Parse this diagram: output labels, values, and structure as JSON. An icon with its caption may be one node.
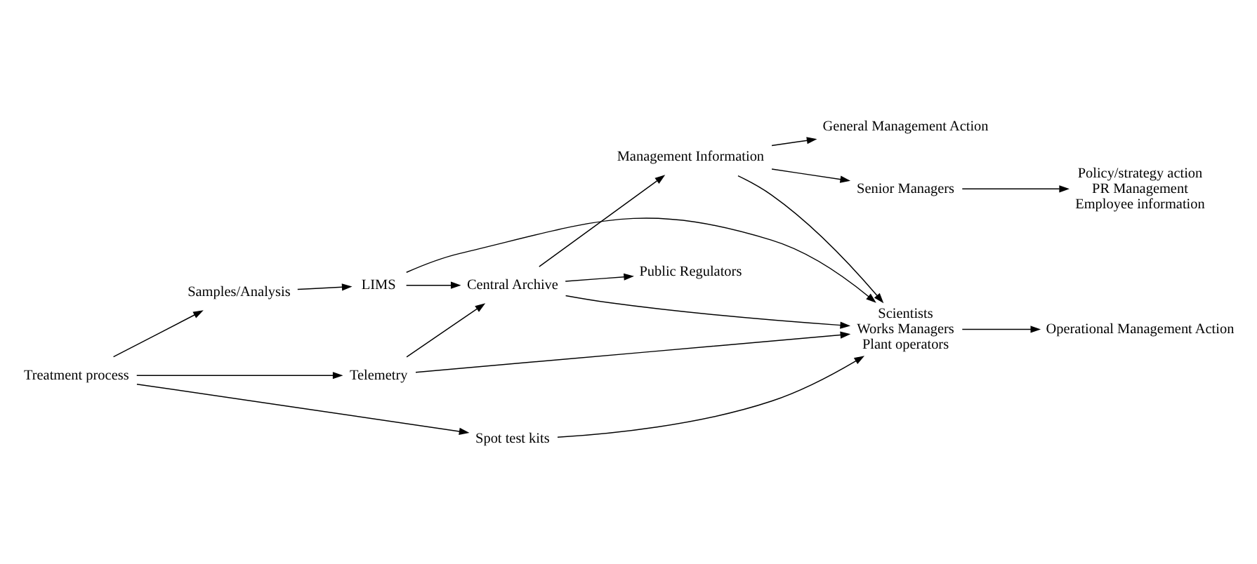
{
  "diagram": {
    "nodes": [
      {
        "text": [
          "Public Regulators"
        ]
      },
      {
        "text": [
          "Senior Managers"
        ]
      },
      {
        "text": [
          "Policy/strategy action",
          "PR Management",
          "Employee information"
        ]
      },
      {
        "text": [
          "Central Archive"
        ]
      },
      {
        "text": [
          "Management Information"
        ]
      },
      {
        "text": [
          "General Management Action"
        ]
      },
      {
        "text": [
          "LIMS"
        ]
      },
      {
        "text": [
          "Scientists",
          "Works Managers",
          "Plant operators"
        ]
      },
      {
        "text": [
          "Samples/Analysis"
        ]
      },
      {
        "text": [
          "Telemetry"
        ]
      },
      {
        "text": [
          "Operational Management Action"
        ]
      },
      {
        "text": [
          "Treatment process"
        ]
      },
      {
        "text": [
          "Spot test kits"
        ]
      }
    ],
    "edges": [
      {
        "from": 3,
        "to": 0,
        "arrow": "to"
      },
      {
        "from": 4,
        "to": 1,
        "arrow": "to"
      },
      {
        "from": 1,
        "to": 2,
        "arrow": "to"
      },
      {
        "from": 6,
        "to": 3,
        "arrow": "to"
      },
      {
        "from": 3,
        "to": 4,
        "arrow": "to"
      },
      {
        "from": 3,
        "to": 7,
        "arrow": "to"
      },
      {
        "from": 4,
        "to": 5,
        "arrow": "to"
      },
      {
        "from": 4,
        "to": 7,
        "arrow": "to"
      },
      {
        "from": 6,
        "to": 7,
        "arrow": "to"
      },
      {
        "from": 8,
        "to": 6,
        "arrow": "to"
      },
      {
        "from": 9,
        "to": 3,
        "arrow": "to"
      },
      {
        "from": 9,
        "to": 7,
        "arrow": "to"
      },
      {
        "from": 7,
        "to": 10,
        "arrow": "to"
      },
      {
        "from": 11,
        "to": 8,
        "arrow": "to"
      },
      {
        "from": 11,
        "to": 9,
        "arrow": "to"
      },
      {
        "from": 11,
        "to": 12,
        "arrow": "to"
      },
      {
        "from": 12,
        "to": 7,
        "arrow": "to"
      }
    ]
  }
}
